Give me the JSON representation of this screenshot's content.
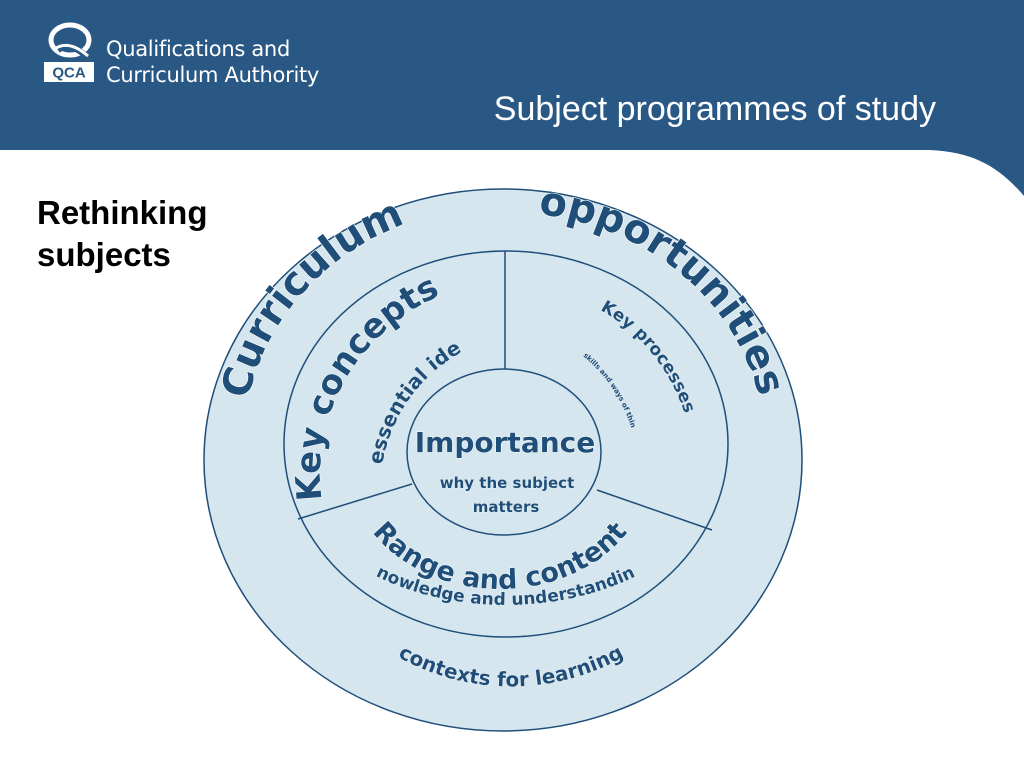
{
  "header": {
    "logo_abbr": "QCA",
    "org_name_line1": "Qualifications and",
    "org_name_line2": "Curriculum Authority",
    "title": "Subject programmes of study"
  },
  "side_heading": {
    "line1": "Rethinking",
    "line2": "subjects"
  },
  "diagram": {
    "outer_ring": {
      "arc_left": "Curriculum",
      "arc_right": "opportunities",
      "bottom": "contexts for learning"
    },
    "segments": {
      "key_concepts": {
        "title": "Key concepts",
        "subtitle": "essential ideas"
      },
      "key_processes": {
        "title": "Key processes",
        "subtitle": "skills and ways of thinking"
      },
      "range_content": {
        "title": "Range and content",
        "subtitle": "knowledge and understanding"
      }
    },
    "center": {
      "title": "Importance",
      "subtitle_line1": "why the subject",
      "subtitle_line2": "matters"
    },
    "colors": {
      "ring_fill": "#d5e6ee",
      "stroke": "#1f4e79",
      "text": "#1f4e79",
      "header": "#2a5885"
    }
  }
}
